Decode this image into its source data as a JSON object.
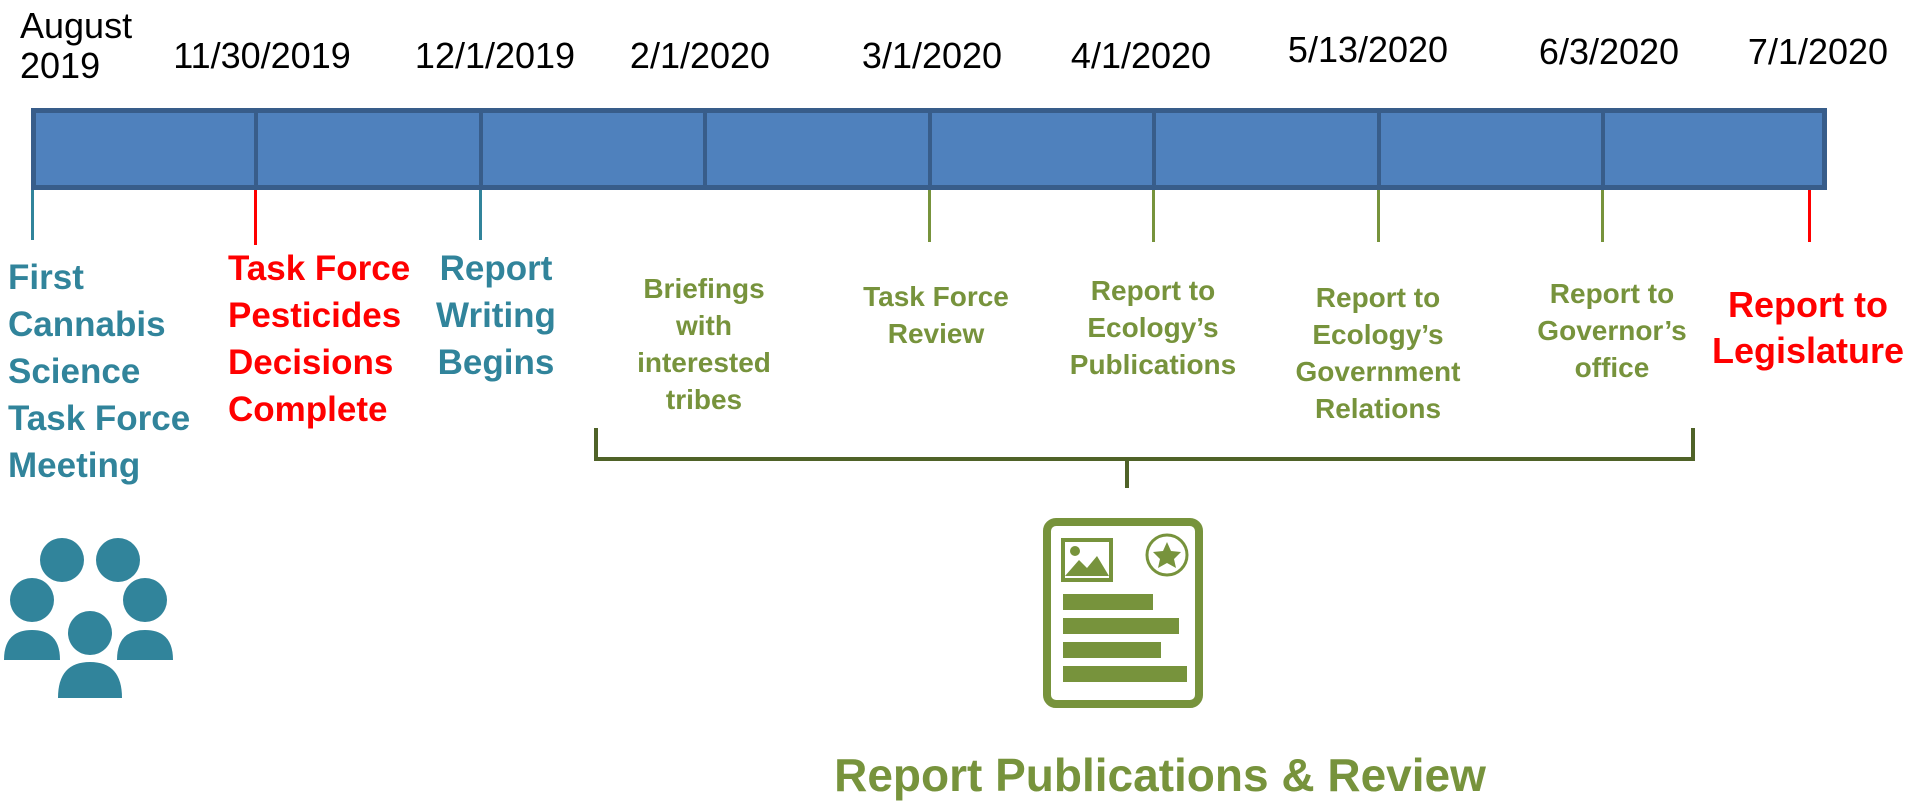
{
  "timeline": {
    "dates": [
      "August\n2019",
      "11/30/2019",
      "12/1/2019",
      "2/1/2020",
      "3/1/2020",
      "4/1/2020",
      "5/13/2020",
      "6/3/2020",
      "7/1/2020"
    ],
    "events": [
      {
        "label": "First\nCannabis\nScience\nTask Force\nMeeting",
        "color": "#31849b"
      },
      {
        "label": "Task Force\nPesticides\nDecisions\nComplete",
        "color": "#ff0000"
      },
      {
        "label": "Report\nWriting\nBegins",
        "color": "#31849b"
      },
      {
        "label": "Briefings\nwith\ninterested\ntribes",
        "color": "#77933c"
      },
      {
        "label": "Task Force\nReview",
        "color": "#77933c"
      },
      {
        "label": "Report to\nEcology’s\nPublications",
        "color": "#77933c"
      },
      {
        "label": "Report to\nEcology’s\nGovernment\nRelations",
        "color": "#77933c"
      },
      {
        "label": "Report to\nGovernor’s\noffice",
        "color": "#77933c"
      },
      {
        "label": "Report to\nLegislature",
        "color": "#ff0000"
      }
    ]
  },
  "bracket": {
    "label": "Report Publications & Review"
  },
  "icons": {
    "people": "group-of-people-icon",
    "document": "report-document-icon"
  },
  "colors": {
    "bar": "#4f81bd",
    "bar_border": "#385d8a",
    "blue_text": "#31849b",
    "red_text": "#ff0000",
    "green_text": "#77933c"
  }
}
